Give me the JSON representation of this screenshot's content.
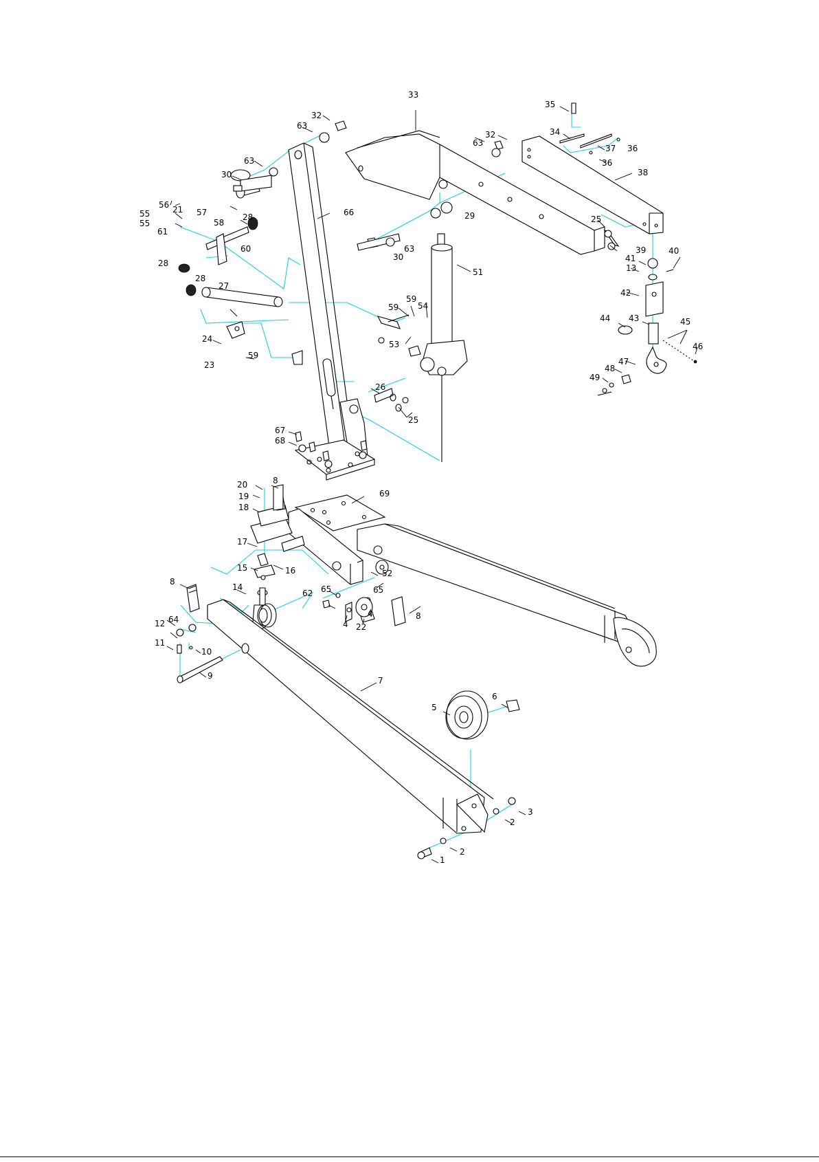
{
  "diagram": {
    "callouts": [
      "1",
      "2",
      "2",
      "3",
      "4",
      "4",
      "5",
      "6",
      "7",
      "8",
      "8",
      "8",
      "9",
      "10",
      "11",
      "12",
      "13",
      "14",
      "15",
      "16",
      "17",
      "18",
      "19",
      "20",
      "21",
      "22",
      "23",
      "24",
      "25",
      "25",
      "26",
      "27",
      "28",
      "28",
      "28",
      "29",
      "30",
      "30",
      "32",
      "32",
      "33",
      "34",
      "35",
      "36",
      "36",
      "37",
      "38",
      "39",
      "40",
      "41",
      "42",
      "43",
      "44",
      "45",
      "46",
      "47",
      "48",
      "49",
      "51",
      "52",
      "53",
      "54",
      "55",
      "55",
      "56",
      "57",
      "58",
      "59",
      "59",
      "59",
      "60",
      "61",
      "62",
      "63",
      "63",
      "63",
      "63",
      "64",
      "65",
      "65",
      "66",
      "67",
      "68",
      "69"
    ]
  },
  "colors": {
    "line": "#000000",
    "alignment": "#19d0e6",
    "background": "#ffffff"
  }
}
